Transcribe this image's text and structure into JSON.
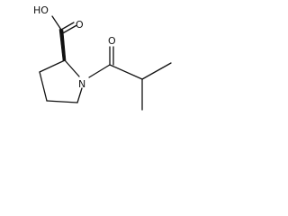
{
  "structure": {
    "atoms": {
      "hydroxyl_oxygen": "HO",
      "carbonyl_oxygen_acid": "O",
      "ring_nitrogen": "N",
      "carbonyl_oxygen_amide": "O"
    },
    "stereo": "wedge"
  },
  "colors": {
    "ink": "#111111",
    "background": "#ffffff"
  }
}
